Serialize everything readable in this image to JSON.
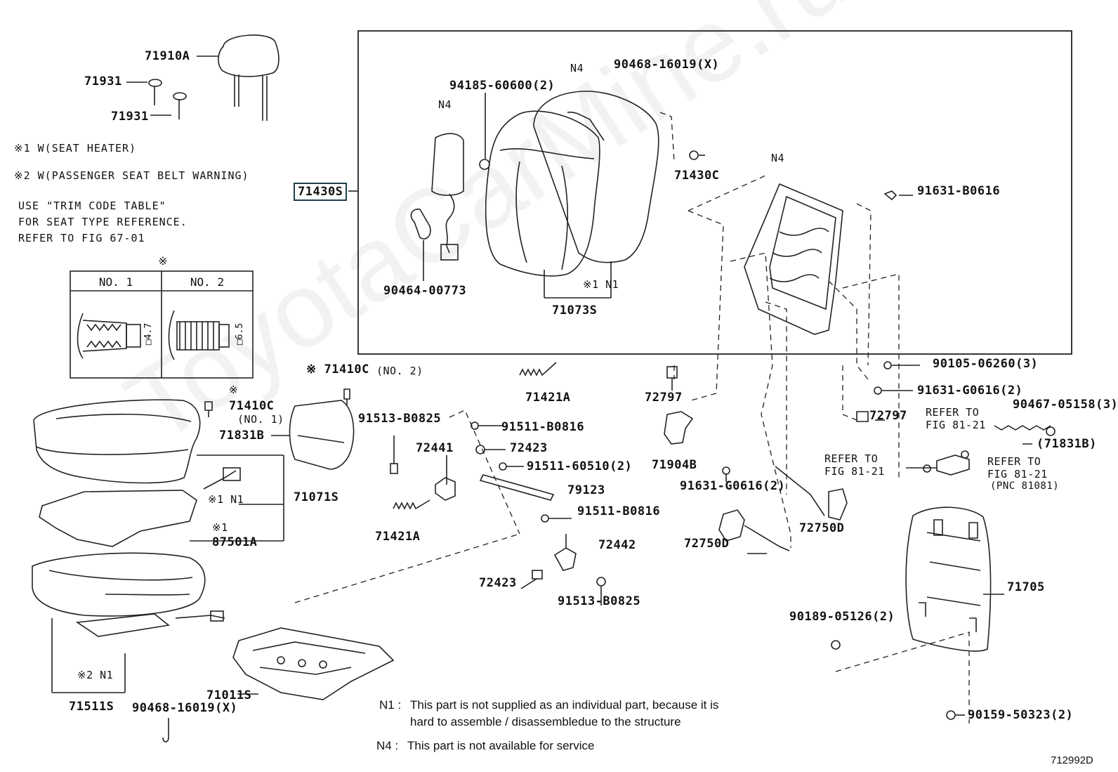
{
  "watermark": "ToyotaCarMine.ru",
  "diagram_id": "712992D",
  "notes": {
    "n1_mark": "※1 W(SEAT HEATER)",
    "n2_mark": "※2 W(PASSENGER SEAT BELT WARNING)",
    "trim_1": "USE \"TRIM CODE TABLE\"",
    "trim_2": "FOR SEAT TYPE REFERENCE.",
    "trim_3": "REFER TO FIG 67-01"
  },
  "clip_table": {
    "mark": "※",
    "col1": "NO. 1",
    "col2": "NO. 2",
    "dim1": "□4.7",
    "dim2": "□6.5"
  },
  "footnotes": {
    "n1_key": "N1 :",
    "n1_line1": "This part is not supplied as an individual part, because it is",
    "n1_line2": "hard to assemble / disassembledue to the structure",
    "n4_key": "N4 :",
    "n4_line1": "This part is not available for service"
  },
  "labels": {
    "p71910A": "71910A",
    "p71931a": "71931",
    "p71931b": "71931",
    "p71430S": "71430S",
    "p94185": "94185-60600(2)",
    "n4_a": "N4",
    "n4_b": "N4",
    "p90468a": "90468-16019(X)",
    "n4_c": "N4",
    "p71430C": "71430C",
    "p91631b": "91631-B0616",
    "p90464": "90464-00773",
    "mark_n1": "※1 N1",
    "p71073S": "71073S",
    "p71410C_no2": "※ 71410C",
    "no2": "(NO. 2)",
    "mark_71410c": "※",
    "p71410C_no1": "71410C",
    "no1": "(NO. 1)",
    "p71831B": "71831B",
    "p71421A_a": "71421A",
    "p72797_a": "72797",
    "p90105": "90105-06260(3)",
    "p91631g_a": "91631-G0616(2)",
    "p72797_b": "72797",
    "p90467": "90467-05158(3)",
    "refer1_a": "REFER TO",
    "refer1_b": "FIG 81-21",
    "p71831B_paren": "(71831B)",
    "p91513a": "91513-B0825",
    "p91511a": "91511-B0816",
    "p72441": "72441",
    "p72423a": "72423",
    "p91511_60510": "91511-60510(2)",
    "p79123": "79123",
    "p71904B": "71904B",
    "refer2_a": "REFER TO",
    "refer2_b": "FIG 81-21",
    "refer3_a": "REFER TO",
    "refer3_b": "FIG 81-21",
    "pnc": "(PNC 81081)",
    "p91631g_b": "91631-G0616(2)",
    "mark_71071": "※1 N1",
    "p71071S": "71071S",
    "mark_87501": "※1",
    "p87501A": "87501A",
    "p71421A_b": "71421A",
    "p91511b": "91511-B0816",
    "p72442": "72442",
    "p72750D_a": "72750D",
    "p72750D_b": "72750D",
    "p72423b": "72423",
    "p91513b": "91513-B0825",
    "p71705": "71705",
    "p90189": "90189-05126(2)",
    "mark_71511": "※2 N1",
    "p71511S": "71511S",
    "p71011S": "71011S",
    "p90468b": "90468-16019(X)",
    "p90159": "90159-50323(2)"
  }
}
